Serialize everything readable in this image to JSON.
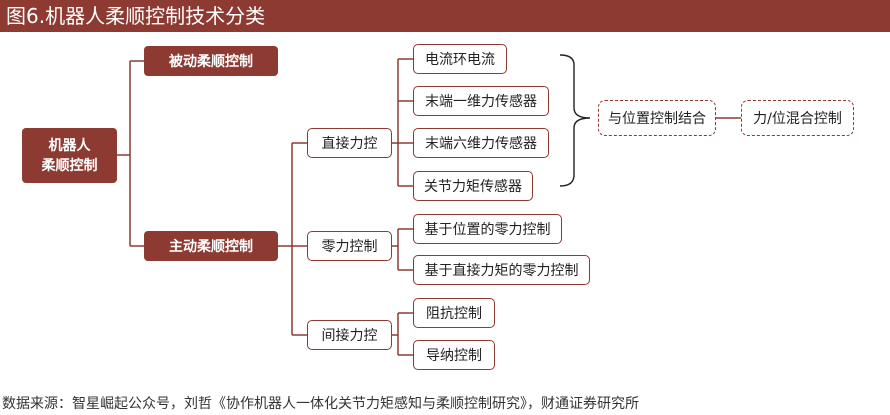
{
  "title": "图6.机器人柔顺控制技术分类",
  "root": "机器人\n柔顺控制",
  "passive": "被动柔顺控制",
  "active": "主动柔顺控制",
  "direct_force": "直接力控",
  "zero_force": "零力控制",
  "indirect_force": "间接力控",
  "direct_items": [
    "电流环电流",
    "末端一维力传感器",
    "末端六维力传感器",
    "关节力矩传感器"
  ],
  "zero_items": [
    "基于位置的零力控制",
    "基于直接力矩的零力控制"
  ],
  "indirect_items": [
    "阻抗控制",
    "导纳控制"
  ],
  "combo": "与位置控制结合",
  "hybrid": "力/位混合控制",
  "source": "数据来源：智星崛起公众号，刘哲《协作机器人一体化关节力矩感知与柔顺控制研究》，财通证券研究所",
  "colors": {
    "accent": "#8c3a32"
  }
}
